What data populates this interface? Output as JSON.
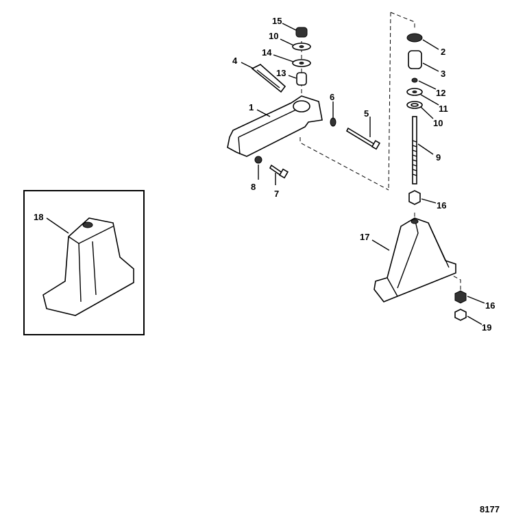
{
  "diagram": {
    "figure_number": "8177",
    "callouts": [
      {
        "id": "c15",
        "label": "15"
      },
      {
        "id": "c10a",
        "label": "10"
      },
      {
        "id": "c14",
        "label": "14"
      },
      {
        "id": "c4",
        "label": "4"
      },
      {
        "id": "c13",
        "label": "13"
      },
      {
        "id": "c1",
        "label": "1"
      },
      {
        "id": "c6",
        "label": "6"
      },
      {
        "id": "c5",
        "label": "5"
      },
      {
        "id": "c8",
        "label": "8"
      },
      {
        "id": "c7",
        "label": "7"
      },
      {
        "id": "c2",
        "label": "2"
      },
      {
        "id": "c3",
        "label": "3"
      },
      {
        "id": "c12",
        "label": "12"
      },
      {
        "id": "c11",
        "label": "11"
      },
      {
        "id": "c10b",
        "label": "10"
      },
      {
        "id": "c9",
        "label": "9"
      },
      {
        "id": "c16a",
        "label": "16"
      },
      {
        "id": "c17",
        "label": "17"
      },
      {
        "id": "c16b",
        "label": "16"
      },
      {
        "id": "c19",
        "label": "19"
      },
      {
        "id": "c18",
        "label": "18"
      }
    ]
  }
}
